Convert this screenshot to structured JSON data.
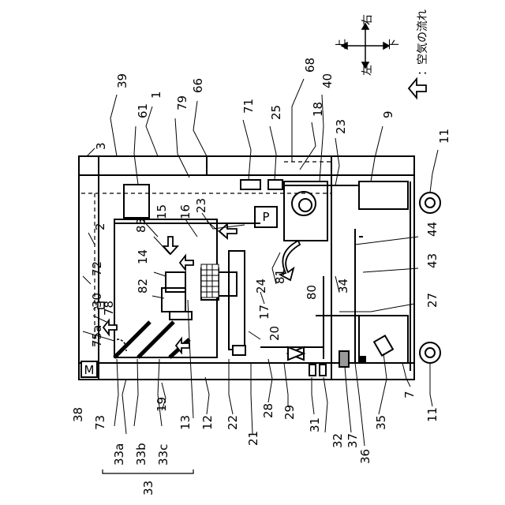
{
  "figure": {
    "labels": {
      "n1": "1",
      "n2": "2",
      "n3": "3",
      "n7": "7",
      "n9": "9",
      "n11a": "11",
      "n11b": "11",
      "n12": "12",
      "n13": "13",
      "n14": "14",
      "n15": "15",
      "n16": "16",
      "n17": "17",
      "n18": "18",
      "n19": "19",
      "n20": "20",
      "n21": "21",
      "n22": "22",
      "n23a": "23",
      "n23b": "23",
      "n24": "24",
      "n25": "25",
      "n27": "27",
      "n28": "28",
      "n29": "29",
      "n30": "30",
      "n31": "31",
      "n32": "32",
      "n33": "33",
      "n33a": "33a",
      "n33b": "33b",
      "n33c": "33c",
      "n34": "34",
      "n35": "35",
      "n36": "36",
      "n37": "37",
      "n38": "38",
      "n39": "39",
      "n40": "40",
      "n43": "43",
      "n44": "44",
      "n61": "61",
      "n66": "66",
      "n68": "68",
      "n71": "71",
      "n72": "72",
      "n73": "73",
      "n75a": "75a",
      "n78": "78",
      "n79": "79",
      "n80": "80",
      "n81": "81",
      "n82": "82",
      "n83": "83",
      "motor_m": "M",
      "pump_p": "P"
    },
    "compass": {
      "up": "上",
      "down": "下",
      "left": "左",
      "right": "右"
    },
    "legend": {
      "text": "：空気の流れ"
    }
  }
}
